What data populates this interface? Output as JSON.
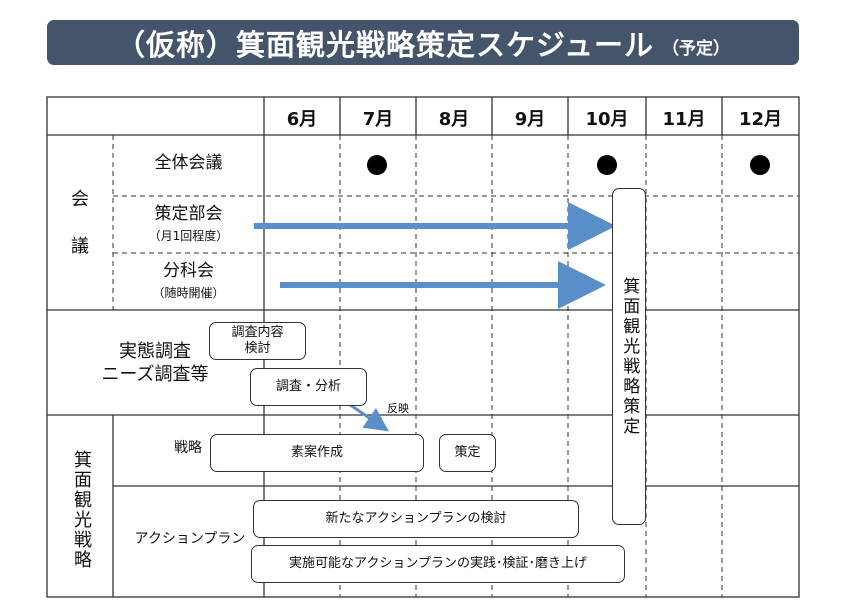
{
  "header": {
    "title": "（仮称）箕面観光戦略策定スケジュール",
    "subtitle": "（予定）"
  },
  "months": [
    "6月",
    "7月",
    "8月",
    "9月",
    "10月",
    "11月",
    "12月"
  ],
  "groups": {
    "meetings": "会\n\n議",
    "strategy": "箕面観光戦略"
  },
  "rows": {
    "general_meeting": "全体会議",
    "committee": "策定部会",
    "committee_note": "（月1回程度）",
    "subcommittee": "分科会",
    "subcommittee_note": "（随時開催）",
    "survey": "実態調査\nニーズ調査等",
    "strategy": "戦略",
    "action_plan": "アクションプラン"
  },
  "tasks": {
    "survey_content": "調査内容\n検討",
    "research_analysis": "調査・分析",
    "reflect_note": "反映",
    "draft": "素案作成",
    "finalize": "策定",
    "new_action_plan": "新たなアクションプランの検討",
    "implement": "実施可能なアクションプランの実践･検証･磨き上げ",
    "strategy_formulation": "箕面観光戦略策定"
  },
  "colors": {
    "banner": "#44546A",
    "arrow": "#5B8FC9",
    "marker": "#000000",
    "grid": "#333333"
  }
}
